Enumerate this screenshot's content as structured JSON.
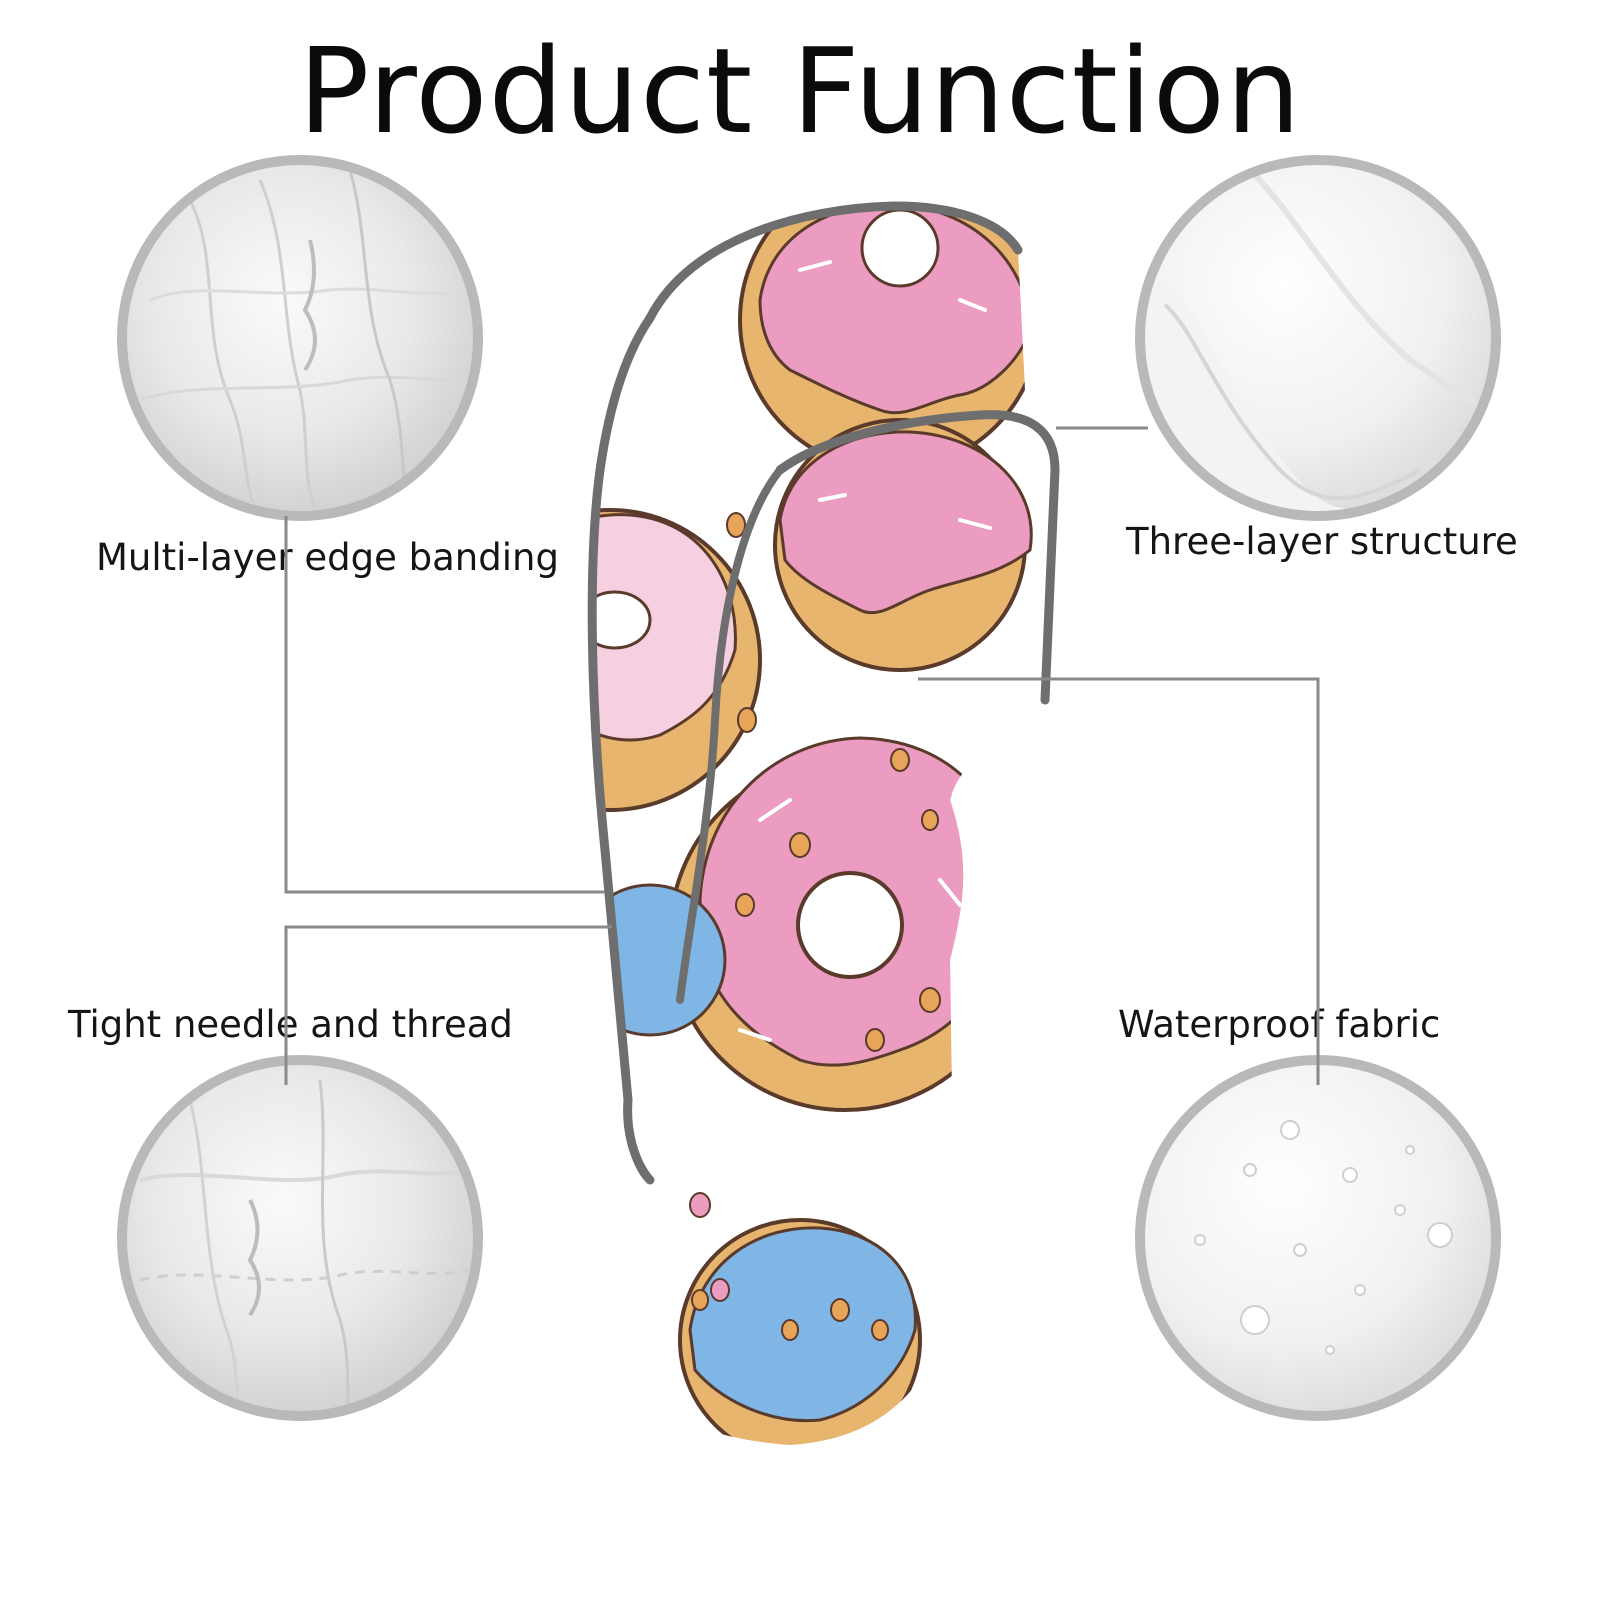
{
  "title": "Product Function",
  "features": [
    {
      "label": "Multi-layer edge banding",
      "icon": "fabric-fold-closeup"
    },
    {
      "label": "Three-layer structure",
      "icon": "fabric-layer-closeup"
    },
    {
      "label": "Tight needle and thread",
      "icon": "stitch-closeup"
    },
    {
      "label": "Waterproof fabric",
      "icon": "water-droplets-closeup"
    }
  ],
  "product": {
    "icon": "donut-pattern-headcover-icon"
  },
  "colors": {
    "ring": "#b9b9b9",
    "leader": "#8a8a8a",
    "piping": "#6e6e6e",
    "pink_glaze": "#ec9cc1",
    "blue_glaze": "#7fb6e6",
    "dough": "#e8b56e"
  }
}
